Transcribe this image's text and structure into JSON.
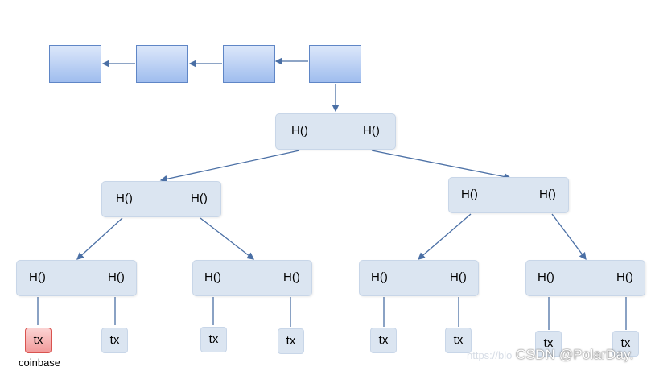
{
  "nodes": {
    "hash_label": "H()",
    "tx_label": "tx"
  },
  "coinbase_label": "coinbase",
  "watermark": {
    "url_fragment": "https://blo",
    "text": "CSDN @PolarDay."
  },
  "colors": {
    "block_border": "#5f86c6",
    "block_fill_top": "#dce7fa",
    "block_fill_bottom": "#9fbdee",
    "node_fill": "#dbe5f1",
    "arrow": "#4a6fa5",
    "coinbase_fill": "#f29a9a"
  }
}
